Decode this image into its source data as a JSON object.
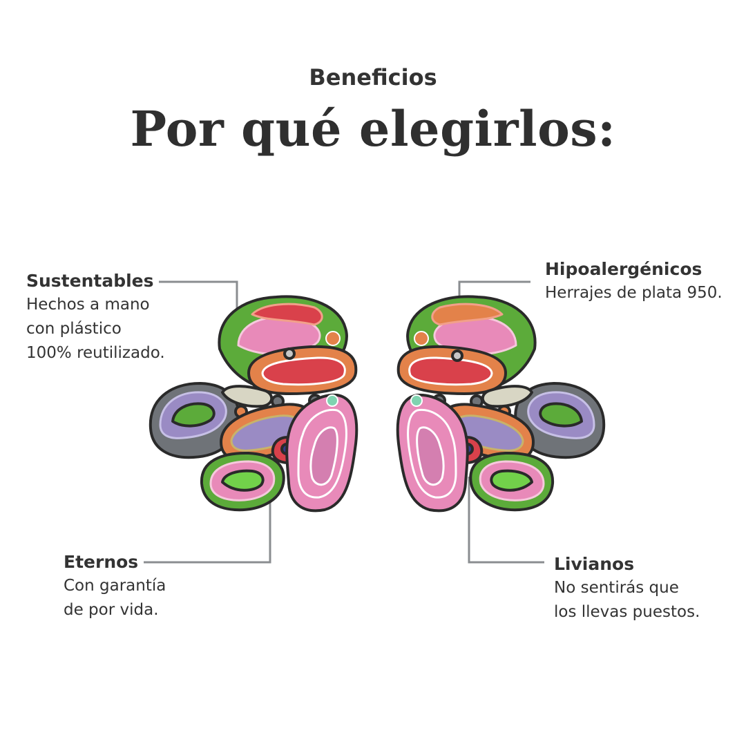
{
  "header": {
    "eyebrow": "Beneficios",
    "title": "Por qué elegirlos:"
  },
  "benefits": {
    "sustentables": {
      "title": "Sustentables",
      "text": "Hechos a mano\ncon plástico\n100% reutilizado."
    },
    "hipoalergenicos": {
      "title": "Hipoalergénicos",
      "text": "Herrajes de plata 950."
    },
    "eternos": {
      "title": "Eternos",
      "text": "Con garantía\nde por vida."
    },
    "livianos": {
      "title": "Livianos",
      "text": "No sentirás que\nlos llevas puestos."
    }
  },
  "colors": {
    "text": "#333333",
    "connector": "#8a8d90",
    "green": "#5cab3a",
    "pink": "#e88ab9",
    "red": "#d9414b",
    "lavender": "#9a8bc4",
    "orange": "#e3824a",
    "grey": "#6f7378"
  },
  "image": {
    "subject": "pair-of-handmade-flower-earrings"
  }
}
